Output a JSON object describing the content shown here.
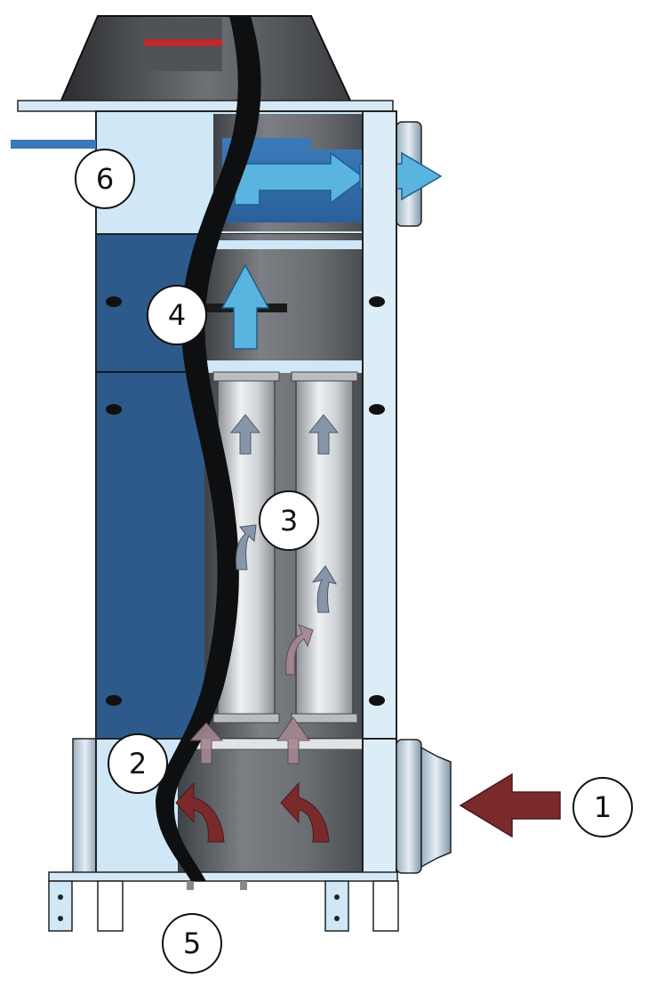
{
  "labels": {
    "inlet": "1",
    "prefilter": "2",
    "filter_cartridges": "3",
    "clean_air_plenum": "4",
    "base": "5",
    "outlet": "6"
  },
  "colors": {
    "housing_light": "#cfe7f6",
    "housing_dark": "#2d5a8a",
    "interior_grey": "#6b6e72",
    "filter_light": "#d6d9dc",
    "clean_air_arrow": "#5ab4e0",
    "dirty_air_arrow": "#7b2a2c",
    "outline": "#222222"
  }
}
